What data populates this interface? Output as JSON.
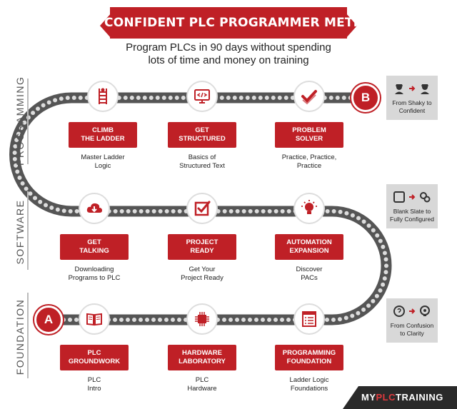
{
  "header": {
    "title": "THE CONFIDENT PLC PROGRAMMER METHOD",
    "subtitle_line1": "Program PLCs in 90 days without spending",
    "subtitle_line2": "lots of time and money on training"
  },
  "sections": {
    "programming": "PROGRAMMING",
    "software": "SOFTWARE",
    "foundation": "FOUNDATION"
  },
  "nodes": {
    "start": "A",
    "end": "B"
  },
  "milestones": {
    "climb": {
      "label": "CLIMB\nTHE LADDER",
      "caption": "Master Ladder\nLogic",
      "icon": "ladder-climber-icon"
    },
    "structured": {
      "label": "GET\nSTRUCTURED",
      "caption": "Basics of\nStructured Text",
      "icon": "code-monitor-icon"
    },
    "solver": {
      "label": "PROBLEM\nSOLVER",
      "caption": "Practice, Practice,\nPractice",
      "icon": "checkmark-icon"
    },
    "talking": {
      "label": "GET\nTALKING",
      "caption": "Downloading\nPrograms to PLC",
      "icon": "cloud-download-icon"
    },
    "ready": {
      "label": "PROJECT\nREADY",
      "caption": "Get Your\nProject Ready",
      "icon": "checkbox-icon"
    },
    "expansion": {
      "label": "AUTOMATION\nEXPANSION",
      "caption": "Discover\nPACs",
      "icon": "lightbulb-icon"
    },
    "groundwork": {
      "label": "PLC\nGROUNDWORK",
      "caption": "PLC\nIntro",
      "icon": "book-icon"
    },
    "hardware": {
      "label": "HARDWARE\nLABORATORY",
      "caption": "PLC\nHardware",
      "icon": "chip-icon"
    },
    "programming": {
      "label": "PROGRAMMING\nFOUNDATION",
      "caption": "Ladder Logic\nFoundations",
      "icon": "document-list-icon"
    }
  },
  "cards": {
    "confident": "From Shaky to\nConfident",
    "configured": "Blank Slate to\nFully Configured",
    "clarity": "From Confusion\nto Clarity"
  },
  "logo": {
    "part1": "MY",
    "part2": "PLC",
    "part3": "TRAINING"
  },
  "colors": {
    "accent": "#bf2026",
    "track": "#555555",
    "card": "#d8d8d8"
  }
}
